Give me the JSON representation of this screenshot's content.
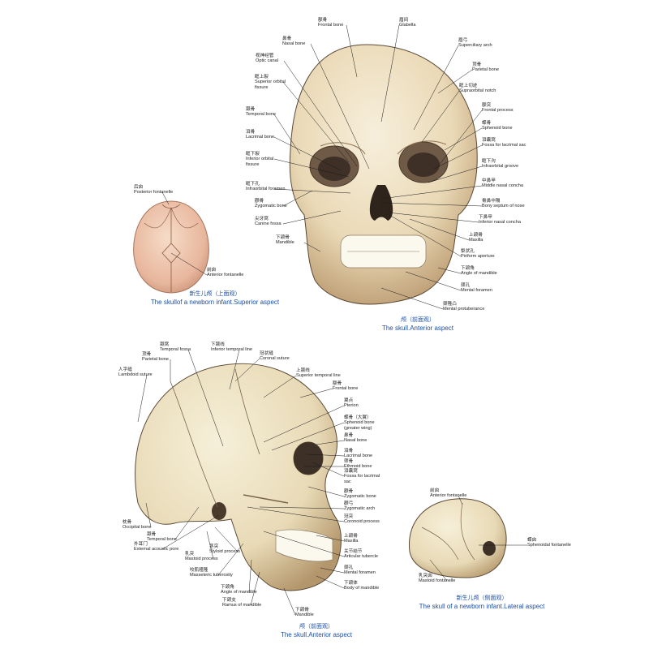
{
  "colors": {
    "bone": "#efe3c8",
    "bone_shadow": "#b89b76",
    "outline": "#5b4a36",
    "caption": "#1b4fa5",
    "leader": "#1a1a1a"
  },
  "captions": [
    {
      "id": "cap-superior",
      "zh": "新生儿颅（上面观）",
      "en": "The skullof a newborn infant.Superior aspect"
    },
    {
      "id": "cap-anterior",
      "zh": "颅（前面观）",
      "en": "The skull.Anterior aspect"
    },
    {
      "id": "cap-lateral",
      "zh": "颅（前面观）",
      "en": "The skull.Anterior aspect"
    },
    {
      "id": "cap-newborn-lateral",
      "zh": "新生儿颅（侧面观）",
      "en": "The skull of a newborn infant.Lateral aspect"
    }
  ],
  "labels": [
    {
      "zh": "额骨",
      "en": "Frontal bone"
    },
    {
      "zh": "眉间",
      "en": "Glabella"
    },
    {
      "zh": "鼻骨",
      "en": "Nasal bone"
    },
    {
      "zh": "眉弓",
      "en": "Superciliary arch"
    },
    {
      "zh": "视神经管",
      "en": "Optic canal"
    },
    {
      "zh": "顶骨",
      "en": "Parietal bone"
    },
    {
      "zh": "眶上裂",
      "en": "Superior orbital\nfissure"
    },
    {
      "zh": "眶上切迹",
      "en": "Supraorbital notch"
    },
    {
      "zh": "额突",
      "en": "Frontal process"
    },
    {
      "zh": "颞骨",
      "en": "Temporal bone"
    },
    {
      "zh": "蝶骨",
      "en": "Sphenoid bone"
    },
    {
      "zh": "泪骨",
      "en": "Lacrimal bone"
    },
    {
      "zh": "泪囊窝",
      "en": "Fossa for lacrimal sac"
    },
    {
      "zh": "眶下裂",
      "en": "Inferior orbital\nfissure"
    },
    {
      "zh": "眶下沟",
      "en": "Infraorbital groove"
    },
    {
      "zh": "眶下孔",
      "en": "Infraorbital foramen"
    },
    {
      "zh": "中鼻甲",
      "en": "Middle nasal concha"
    },
    {
      "zh": "骨鼻中隔",
      "en": "Bony septum of nose"
    },
    {
      "zh": "颧骨",
      "en": "Zygomatic bone"
    },
    {
      "zh": "下鼻甲",
      "en": "Inferior nasal concha"
    },
    {
      "zh": "尖牙窝",
      "en": "Canine fossa"
    },
    {
      "zh": "上颌骨",
      "en": "Maxilla"
    },
    {
      "zh": "下颌骨",
      "en": "Mandible"
    },
    {
      "zh": "梨状孔",
      "en": "Piriform aperture"
    },
    {
      "zh": "下颌角",
      "en": "Angle of mandible"
    },
    {
      "zh": "颏孔",
      "en": "Mental foramen"
    },
    {
      "zh": "颏隆凸",
      "en": "Mental protuberance"
    },
    {
      "zh": "后囟",
      "en": "Posterior fontanelle"
    },
    {
      "zh": "前囟",
      "en": "Anterior fontanelle"
    },
    {
      "zh": "颞窝",
      "en": "Temporal fossa"
    },
    {
      "zh": "下颞线",
      "en": "Inferior temporal line"
    },
    {
      "zh": "顶骨",
      "en": "Parietal bone"
    },
    {
      "zh": "冠状缝",
      "en": "Coronal suture"
    },
    {
      "zh": "人字缝",
      "en": "Lambdoid suture"
    },
    {
      "zh": "上颞线",
      "en": "Superior temporal line"
    },
    {
      "zh": "额骨",
      "en": "Frontal bone"
    },
    {
      "zh": "翼点",
      "en": "Pterion"
    },
    {
      "zh": "蝶骨（大翼）",
      "en": "Sphenoid bone\n(greater wing)"
    },
    {
      "zh": "鼻骨",
      "en": "Nasal bone"
    },
    {
      "zh": "泪骨",
      "en": "Lacrimal bone"
    },
    {
      "zh": "筛骨",
      "en": "Ethmoid bone"
    },
    {
      "zh": "泪囊窝",
      "en": "Fossa for lacrimal\nsac"
    },
    {
      "zh": "颧骨",
      "en": "Zygomatic bone"
    },
    {
      "zh": "颧弓",
      "en": "Zygomatic arch"
    },
    {
      "zh": "冠突",
      "en": "Coronoid process"
    },
    {
      "zh": "枕骨",
      "en": "Occipital bone"
    },
    {
      "zh": "颞骨",
      "en": "Temporal bone"
    },
    {
      "zh": "茎突",
      "en": "Styloid process"
    },
    {
      "zh": "外耳门",
      "en": "External acoustic pore"
    },
    {
      "zh": "乳突",
      "en": "Mastoid process"
    },
    {
      "zh": "上颌骨",
      "en": "Maxilla"
    },
    {
      "zh": "关节结节",
      "en": "Articular tubercle"
    },
    {
      "zh": "咬肌粗隆",
      "en": "Masseteric tuberosity"
    },
    {
      "zh": "颏孔",
      "en": "Mental foramen"
    },
    {
      "zh": "下颌角",
      "en": "Angle of mandible"
    },
    {
      "zh": "下颌体",
      "en": "Body of mandible"
    },
    {
      "zh": "下颌支",
      "en": "Ramus of mandible"
    },
    {
      "zh": "下颌骨",
      "en": "Mandible"
    },
    {
      "zh": "前囟",
      "en": "Anterior fontanelle"
    },
    {
      "zh": "蝶囟",
      "en": "Sphenoidal fontanelle"
    },
    {
      "zh": "乳突囟",
      "en": "Mastoid fontanelle"
    }
  ]
}
